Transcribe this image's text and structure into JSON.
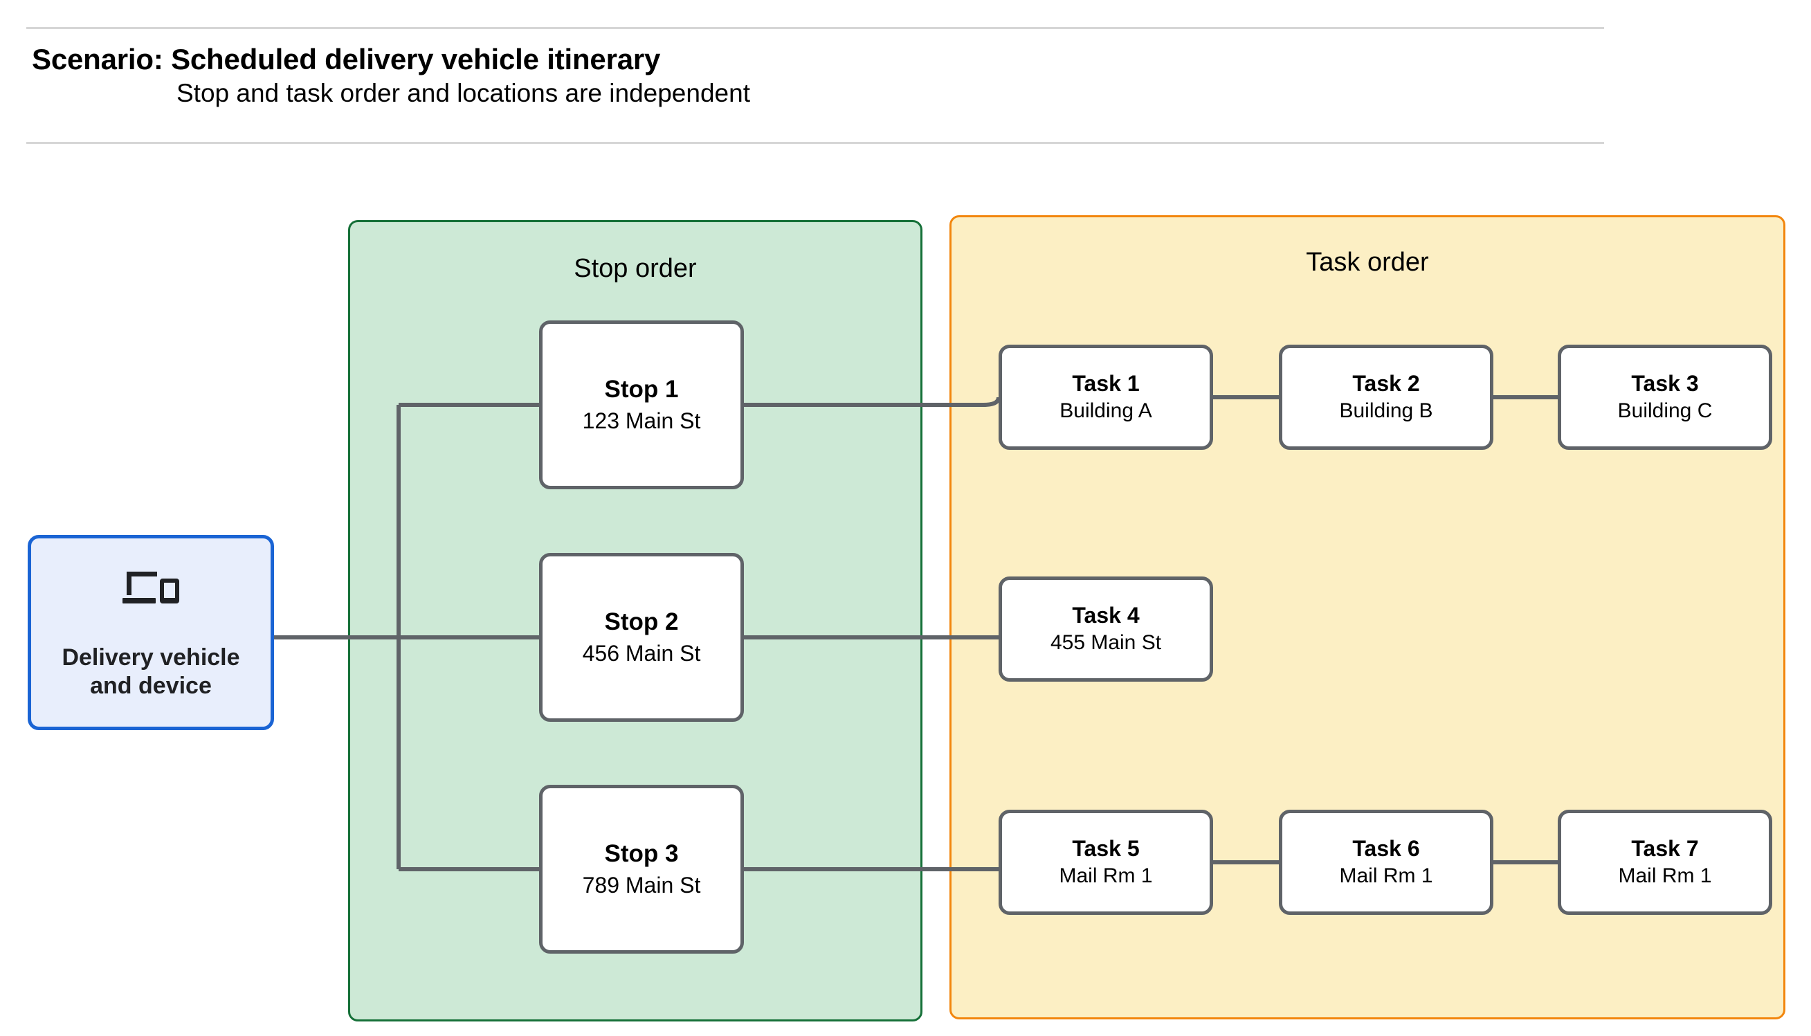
{
  "header": {
    "title": "Scenario: Scheduled delivery vehicle itinerary",
    "subtitle": "Stop and task order and locations are independent"
  },
  "vehicle": {
    "label": "Delivery vehicle\nand device",
    "icon": "laptop-and-phone-icon",
    "border_color": "#1a64d4",
    "fill_color": "#e8eefc"
  },
  "groups": {
    "stop": {
      "title": "Stop order",
      "fill_color": "#cde9d6",
      "border_color": "#157038"
    },
    "task": {
      "title": "Task order",
      "fill_color": "#fcefc4",
      "border_color": "#f2860d"
    }
  },
  "stops": [
    {
      "title": "Stop 1",
      "location": "123 Main St"
    },
    {
      "title": "Stop 2",
      "location": "456 Main St"
    },
    {
      "title": "Stop 3",
      "location": "789 Main St"
    }
  ],
  "tasks": [
    {
      "title": "Task 1",
      "location": "Building A"
    },
    {
      "title": "Task 2",
      "location": "Building B"
    },
    {
      "title": "Task 3",
      "location": "Building C"
    },
    {
      "title": "Task 4",
      "location": "455 Main St"
    },
    {
      "title": "Task 5",
      "location": "Mail Rm 1"
    },
    {
      "title": "Task 6",
      "location": "Mail Rm 1"
    },
    {
      "title": "Task 7",
      "location": "Mail Rm 1"
    }
  ],
  "style": {
    "node_border_color": "#5f6368",
    "node_fill_color": "#ffffff",
    "connector_color": "#5f6368",
    "rule_color": "#d6d6d6"
  }
}
